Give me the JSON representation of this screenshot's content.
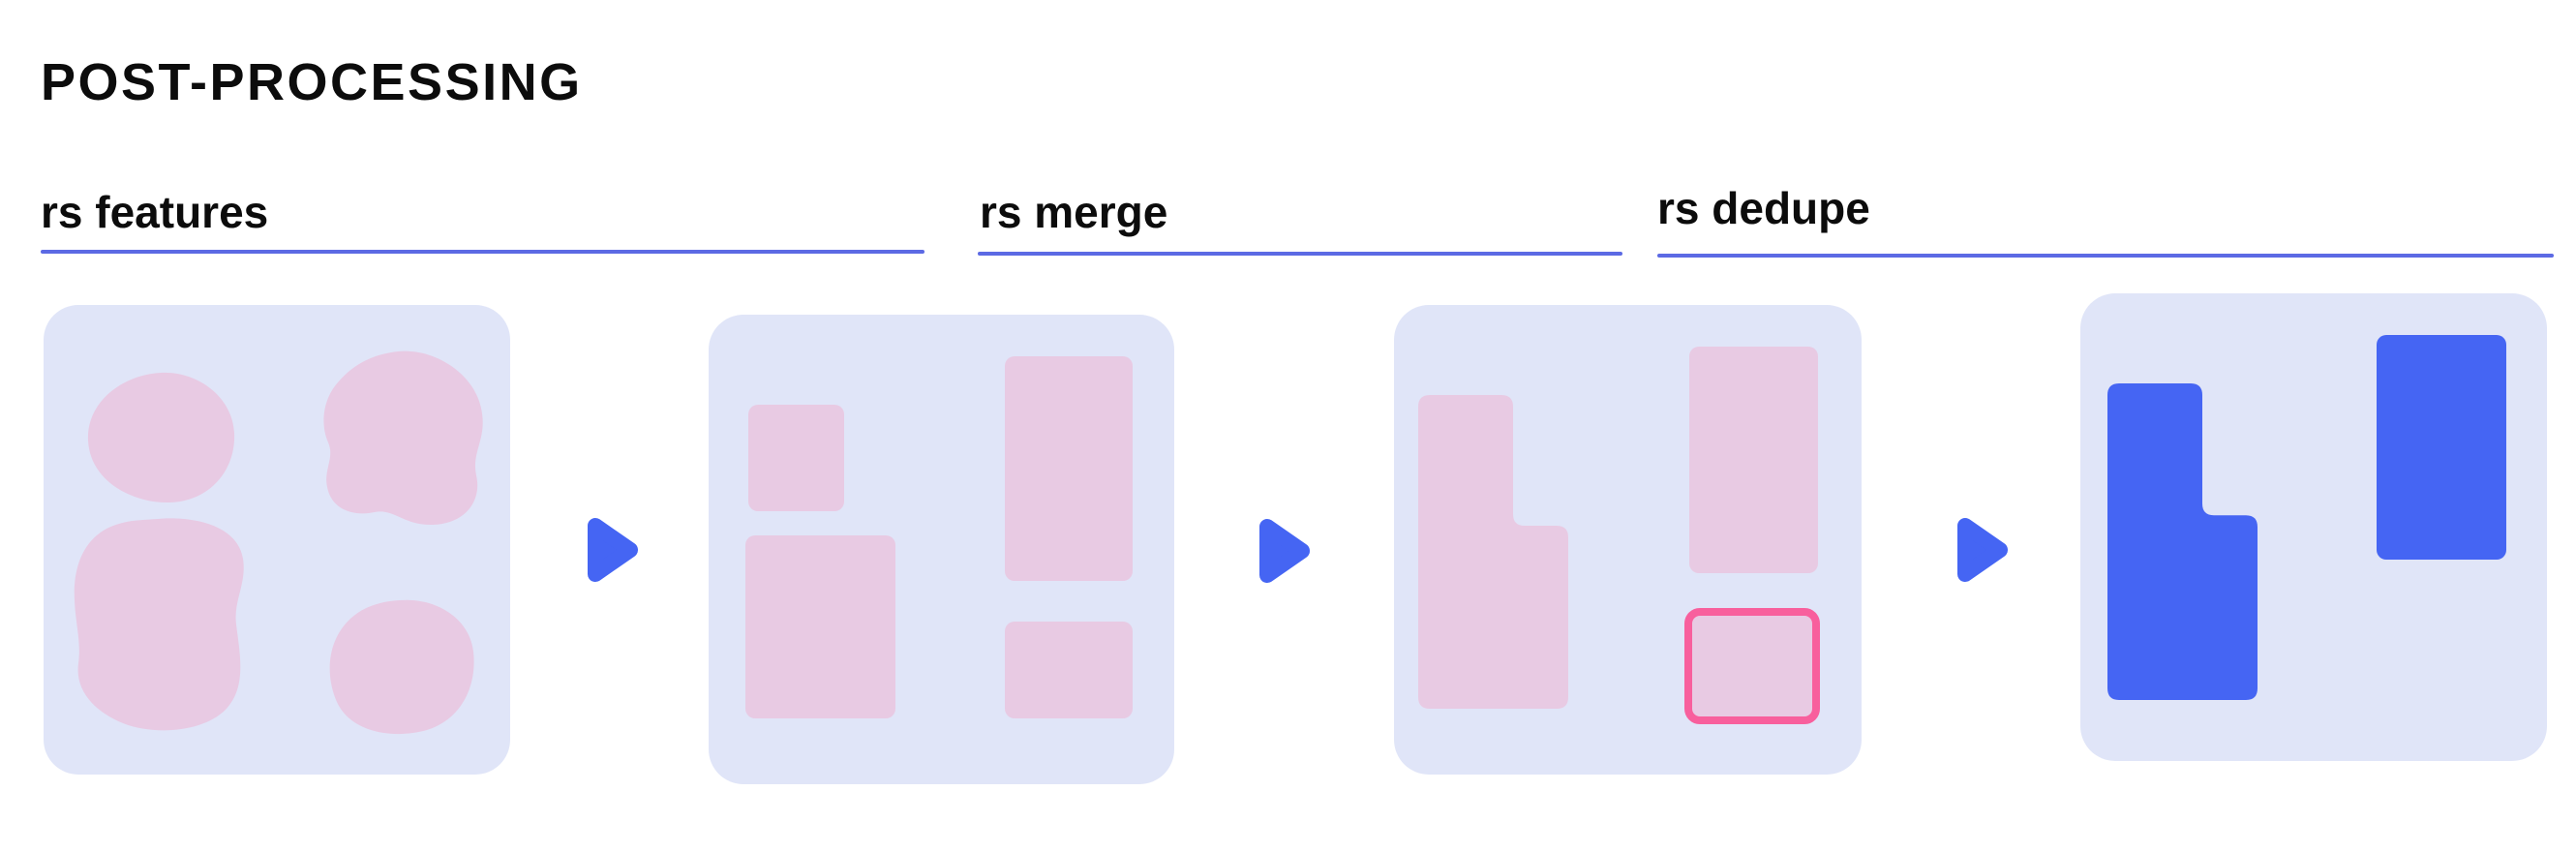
{
  "title": "POST-PROCESSING",
  "steps": [
    {
      "label": "rs features"
    },
    {
      "label": "rs merge"
    },
    {
      "label": "rs dedupe"
    }
  ],
  "diagram": {
    "panels": [
      {
        "id": "input-regions",
        "shape_kind": "organic-blobs",
        "shape_count": 4,
        "shape_color": "pink"
      },
      {
        "id": "extracted-features",
        "shape_kind": "rounded-rectangles",
        "shape_count": 4,
        "shape_color": "pink"
      },
      {
        "id": "merged-features",
        "shape_kind": "rounded-rectangles-with-highlight",
        "shape_count": 3,
        "shape_color": "pink",
        "highlighted_shapes": 1
      },
      {
        "id": "deduped-features",
        "shape_kind": "rounded-rectangles",
        "shape_count": 2,
        "shape_color": "blue"
      }
    ],
    "arrows": {
      "direction": "right",
      "count": 3
    }
  },
  "colors": {
    "page-bg": "#ffffff",
    "text": "#0c0c0c",
    "panel-bg": "#e0e5f8",
    "shape-pink": "#e8cae3",
    "shape-blue": "#4565f3",
    "arrow-blue": "#4565f3",
    "highlight-border": "#f85f9d",
    "underline-blue": "#5c6ae4"
  }
}
